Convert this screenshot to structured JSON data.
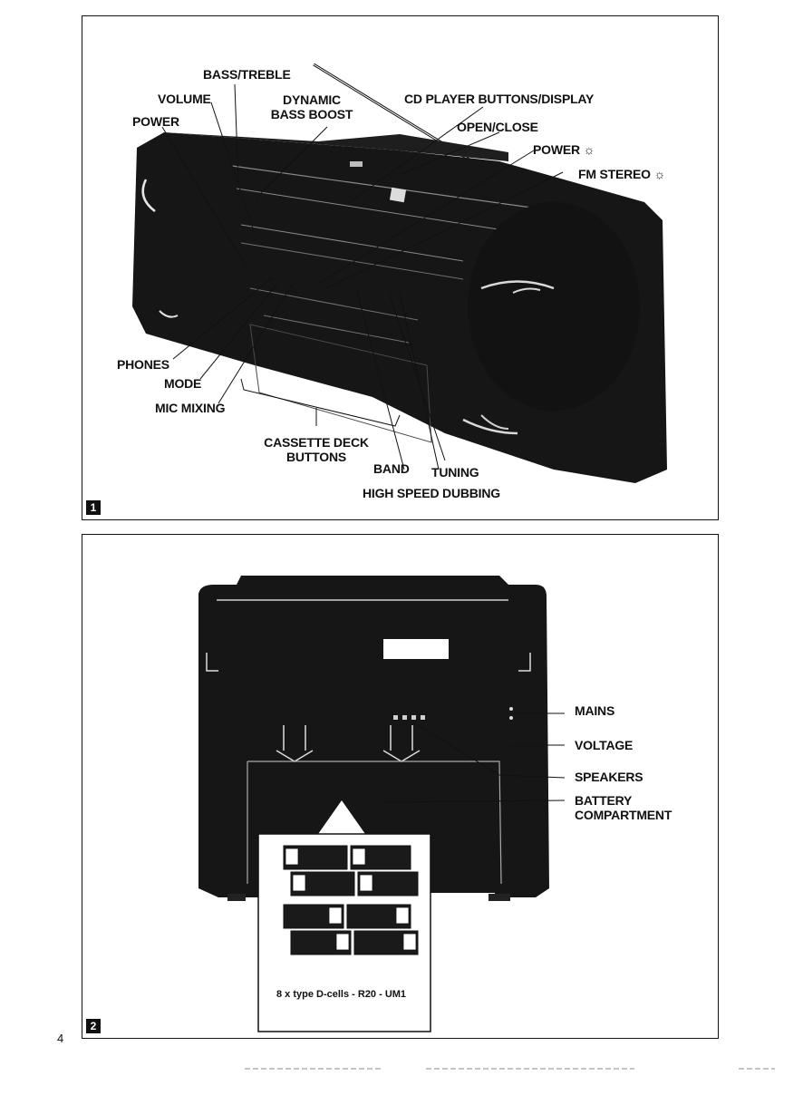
{
  "page_number": "4",
  "figure1": {
    "number": "1",
    "labels": {
      "bass_treble": "BASS/TREBLE",
      "volume": "VOLUME",
      "dynamic_bass_boost_line1": "DYNAMIC",
      "dynamic_bass_boost_line2": "BASS BOOST",
      "cd_player": "CD PLAYER BUTTONS/DISPLAY",
      "power": "POWER",
      "open_close": "OPEN/CLOSE",
      "power_indicator": "POWER ☼",
      "fm_stereo": "FM STEREO ☼",
      "phones": "PHONES",
      "mode": "MODE",
      "mic_mixing": "MIC MIXING",
      "cassette_line1": "CASSETTE DECK",
      "cassette_line2": "BUTTONS",
      "band": "BAND",
      "tuning": "TUNING",
      "high_speed_dubbing": "HIGH SPEED DUBBING"
    }
  },
  "figure2": {
    "number": "2",
    "labels": {
      "mains": "MAINS",
      "voltage": "VOLTAGE",
      "speakers": "SPEAKERS",
      "battery_line1": "BATTERY",
      "battery_line2": "COMPARTMENT"
    },
    "battery_caption": "8 x type D-cells - R20 - UM1"
  },
  "colors": {
    "ink": "#111111",
    "device": "#161616",
    "paper": "#ffffff"
  }
}
